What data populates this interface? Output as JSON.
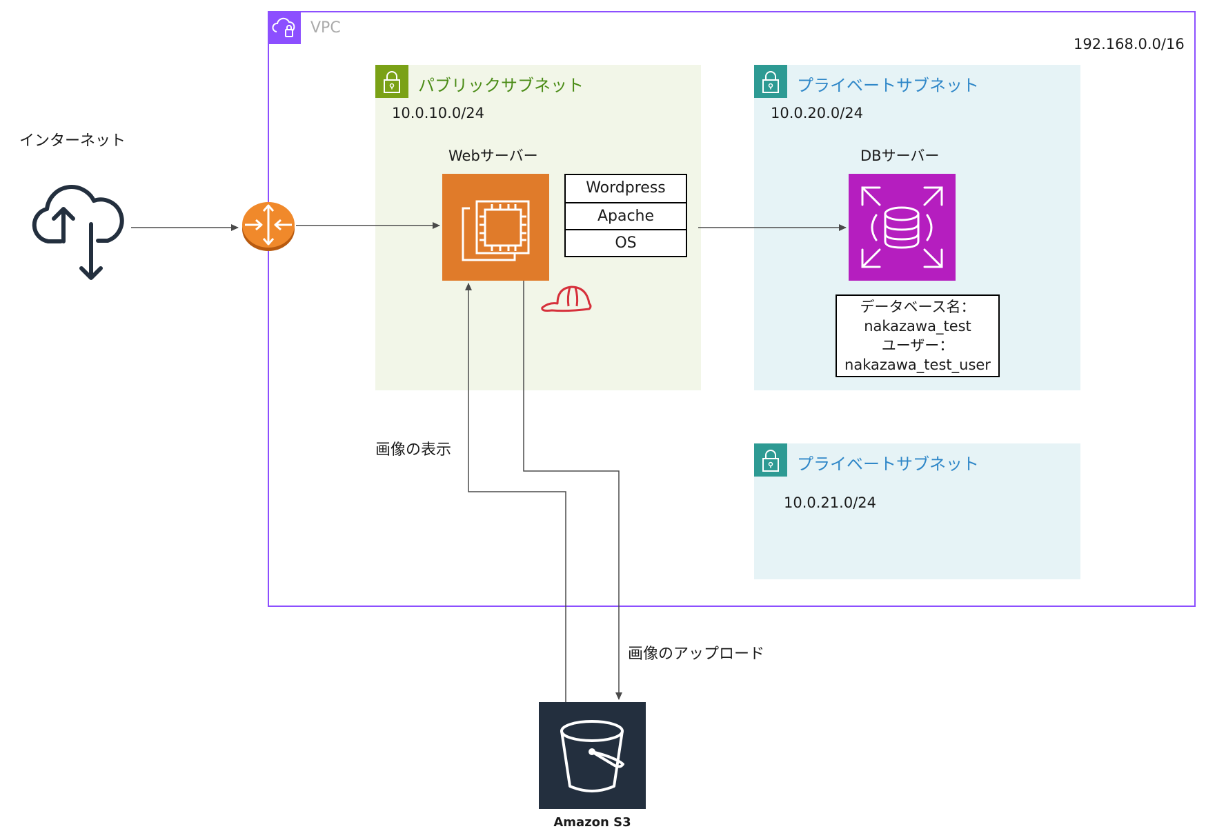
{
  "vpc": {
    "label": "VPC",
    "cidr": "192.168.0.0/16",
    "border_color": "#8c4fff"
  },
  "internet": {
    "label": "インターネット"
  },
  "public_subnet": {
    "title": "パブリックサブネット",
    "cidr": "10.0.10.0/24",
    "color": "#7aa116"
  },
  "private_subnet_1": {
    "title": "プライベートサブネット",
    "cidr": "10.0.20.0/24",
    "color": "#2d9a93"
  },
  "private_subnet_2": {
    "title": "プライベートサブネット",
    "cidr": "10.0.21.0/24",
    "color": "#2d9a93"
  },
  "web_server": {
    "label": "Webサーバー",
    "stack": [
      "Wordpress",
      "Apache",
      "OS"
    ]
  },
  "db_server": {
    "label": "DBサーバー",
    "info": [
      "データベース名：",
      "nakazawa_test",
      "ユーザー：",
      "nakazawa_test_user"
    ]
  },
  "s3": {
    "label": "Amazon S3"
  },
  "edges": {
    "display_images": "画像の表示",
    "upload_images": "画像のアップロード"
  },
  "icons": [
    "vpc-cloud-icon",
    "internet-cloud-icon",
    "router-icon",
    "lock-icon",
    "ec2-instance-icon",
    "rds-database-icon",
    "hard-hat-icon",
    "s3-bucket-icon"
  ]
}
